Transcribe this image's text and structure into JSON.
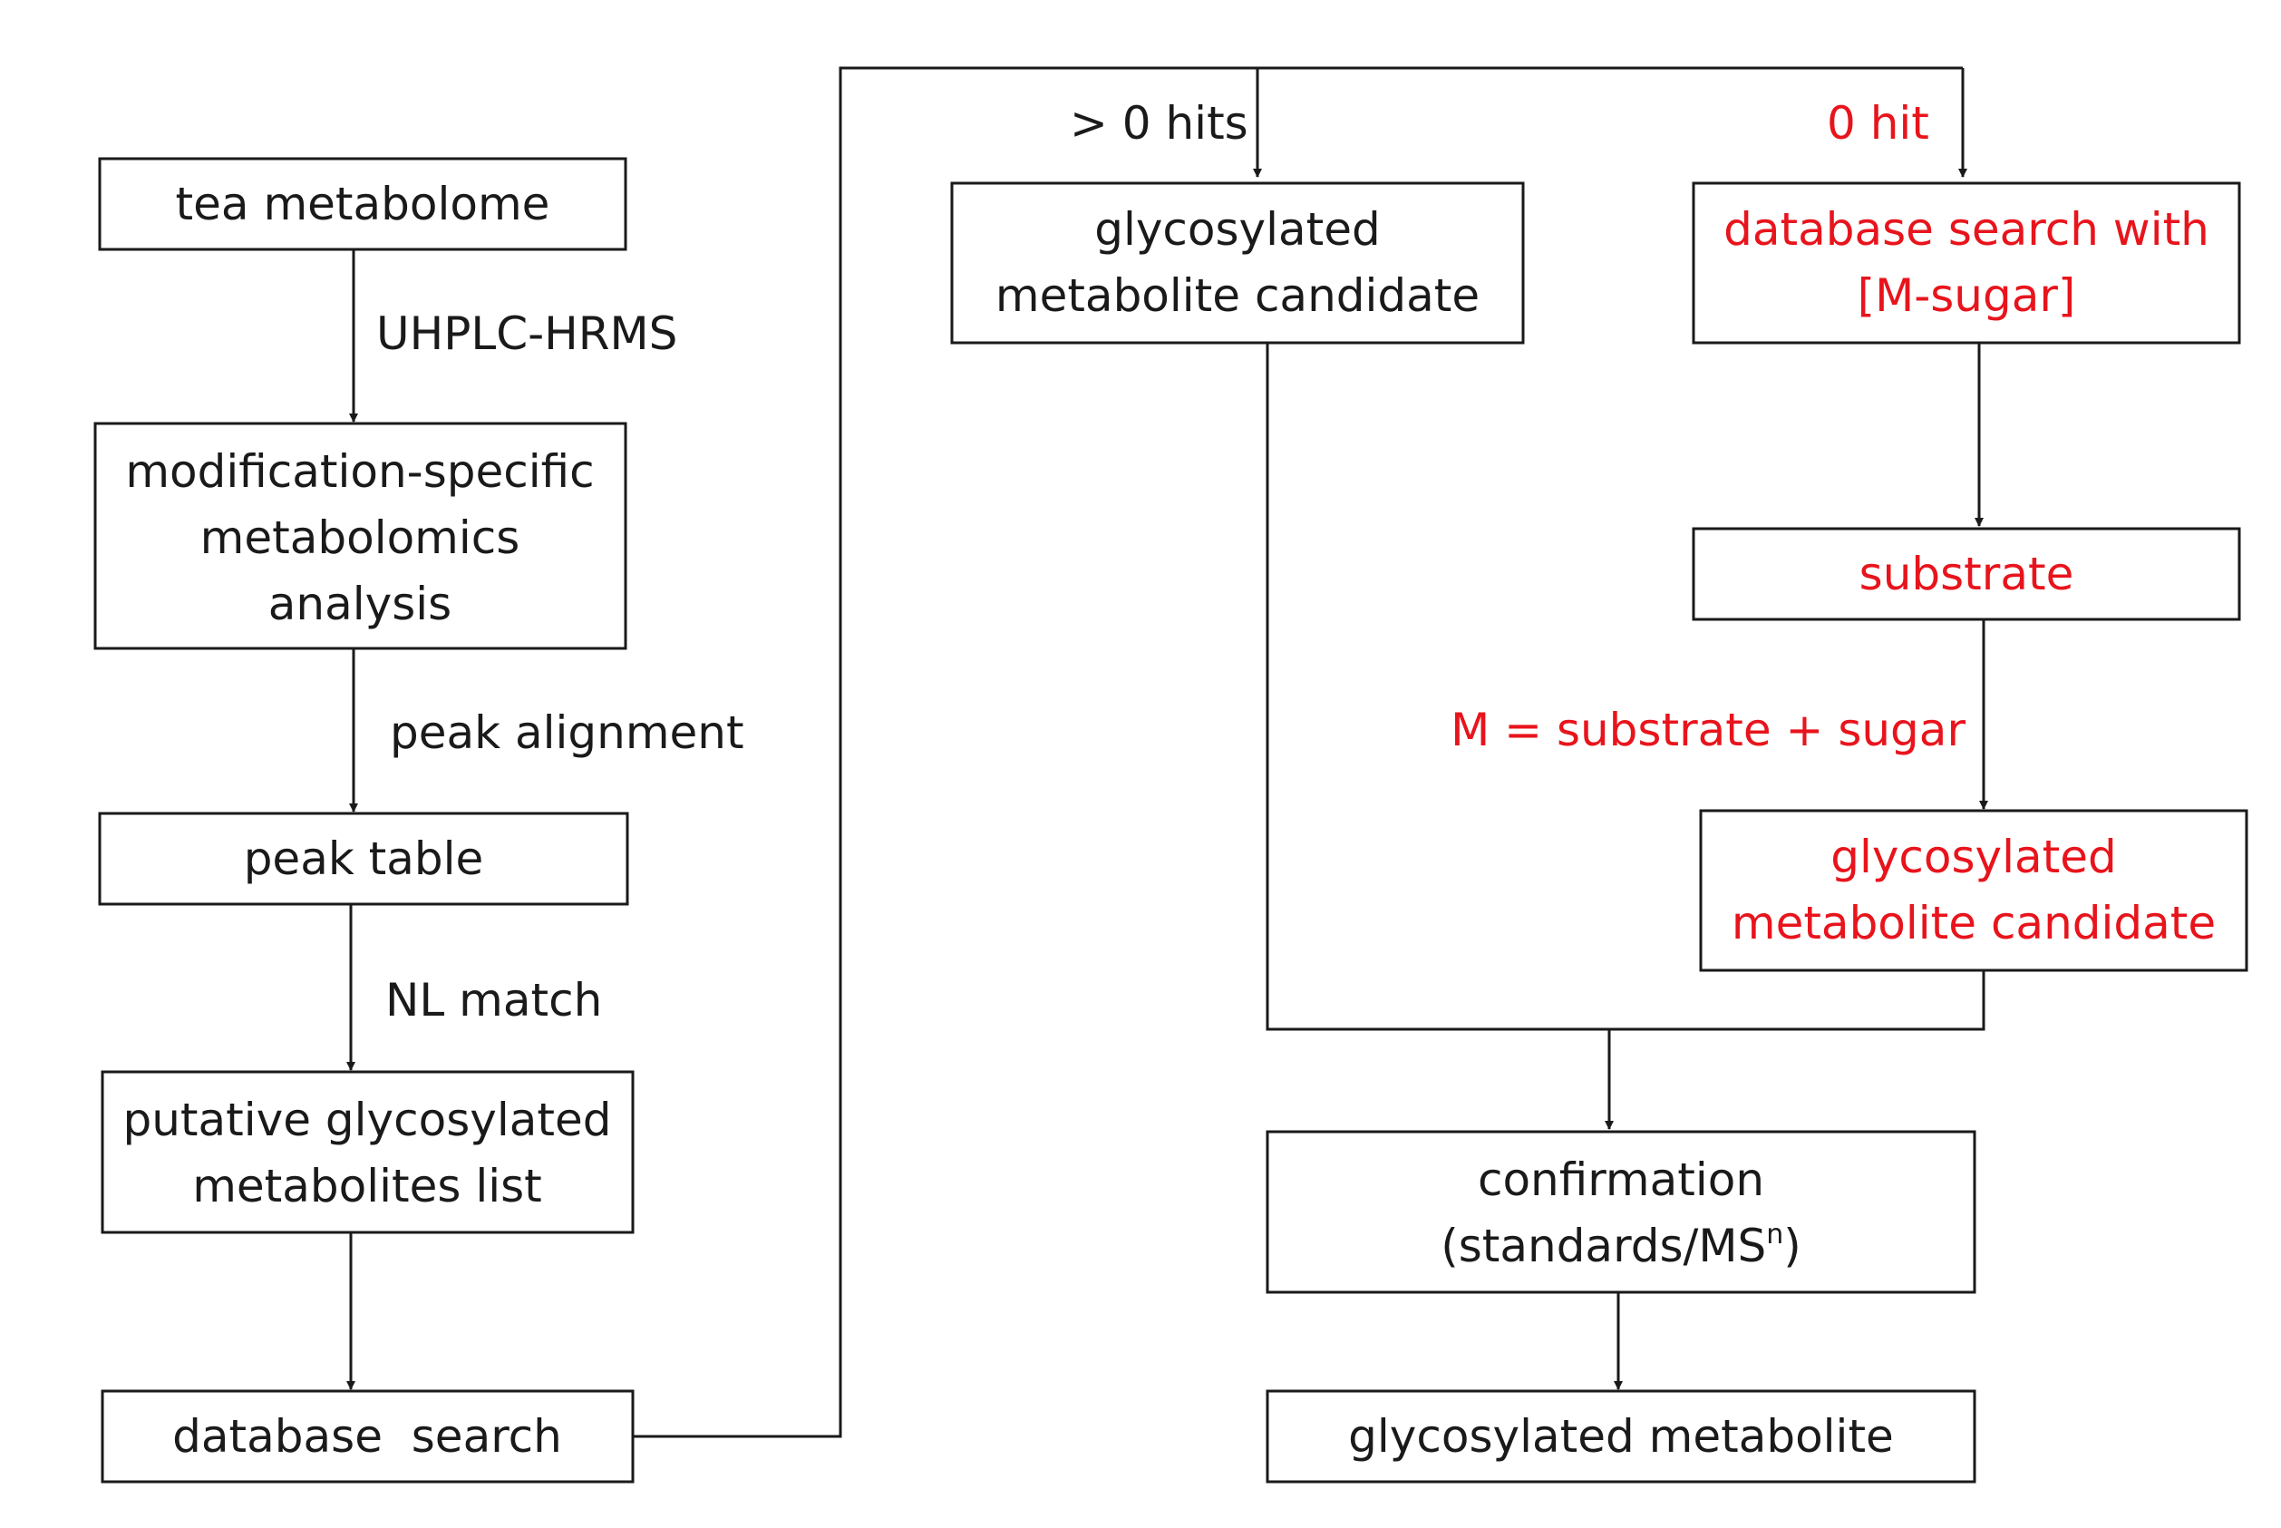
{
  "nodes": {
    "tea_metabolome": {
      "lines": [
        "tea metabolome"
      ],
      "color": "#1a1a1a"
    },
    "modification_analysis": {
      "lines": [
        "modification-specific",
        "metabolomics",
        "analysis"
      ],
      "color": "#1a1a1a"
    },
    "peak_table": {
      "lines": [
        "peak table"
      ],
      "color": "#1a1a1a"
    },
    "putative_list": {
      "lines": [
        "putative glycosylated",
        "metabolites list"
      ],
      "color": "#1a1a1a"
    },
    "database_search": {
      "lines": [
        "database  search"
      ],
      "color": "#1a1a1a"
    },
    "glyco_candidate_left": {
      "lines": [
        "glycosylated",
        "metabolite candidate"
      ],
      "color": "#1a1a1a"
    },
    "db_search_msugar": {
      "lines": [
        "database search with",
        "[M-sugar]"
      ],
      "color": "#e8141c"
    },
    "substrate": {
      "lines": [
        "substrate"
      ],
      "color": "#e8141c"
    },
    "glyco_candidate_right": {
      "lines": [
        "glycosylated",
        "metabolite candidate"
      ],
      "color": "#e8141c"
    },
    "confirmation": {
      "lines": [
        "confirmation",
        "(standards/MS",
        "n",
        ")"
      ],
      "color": "#1a1a1a"
    },
    "glyco_metabolite": {
      "lines": [
        "glycosylated metabolite"
      ],
      "color": "#1a1a1a"
    }
  },
  "edge_labels": {
    "uhplc": {
      "text": "UHPLC-HRMS",
      "color": "#1a1a1a"
    },
    "peak_alignment": {
      "text": "peak alignment",
      "color": "#1a1a1a"
    },
    "nl_match": {
      "text": "NL match",
      "color": "#1a1a1a"
    },
    "hits": {
      "text": "> 0 hits",
      "color": "#1a1a1a"
    },
    "zero_hit": {
      "text": "0 hit",
      "color": "#e8141c"
    },
    "m_equation": {
      "text": "M = substrate + sugar",
      "color": "#e8141c"
    }
  }
}
